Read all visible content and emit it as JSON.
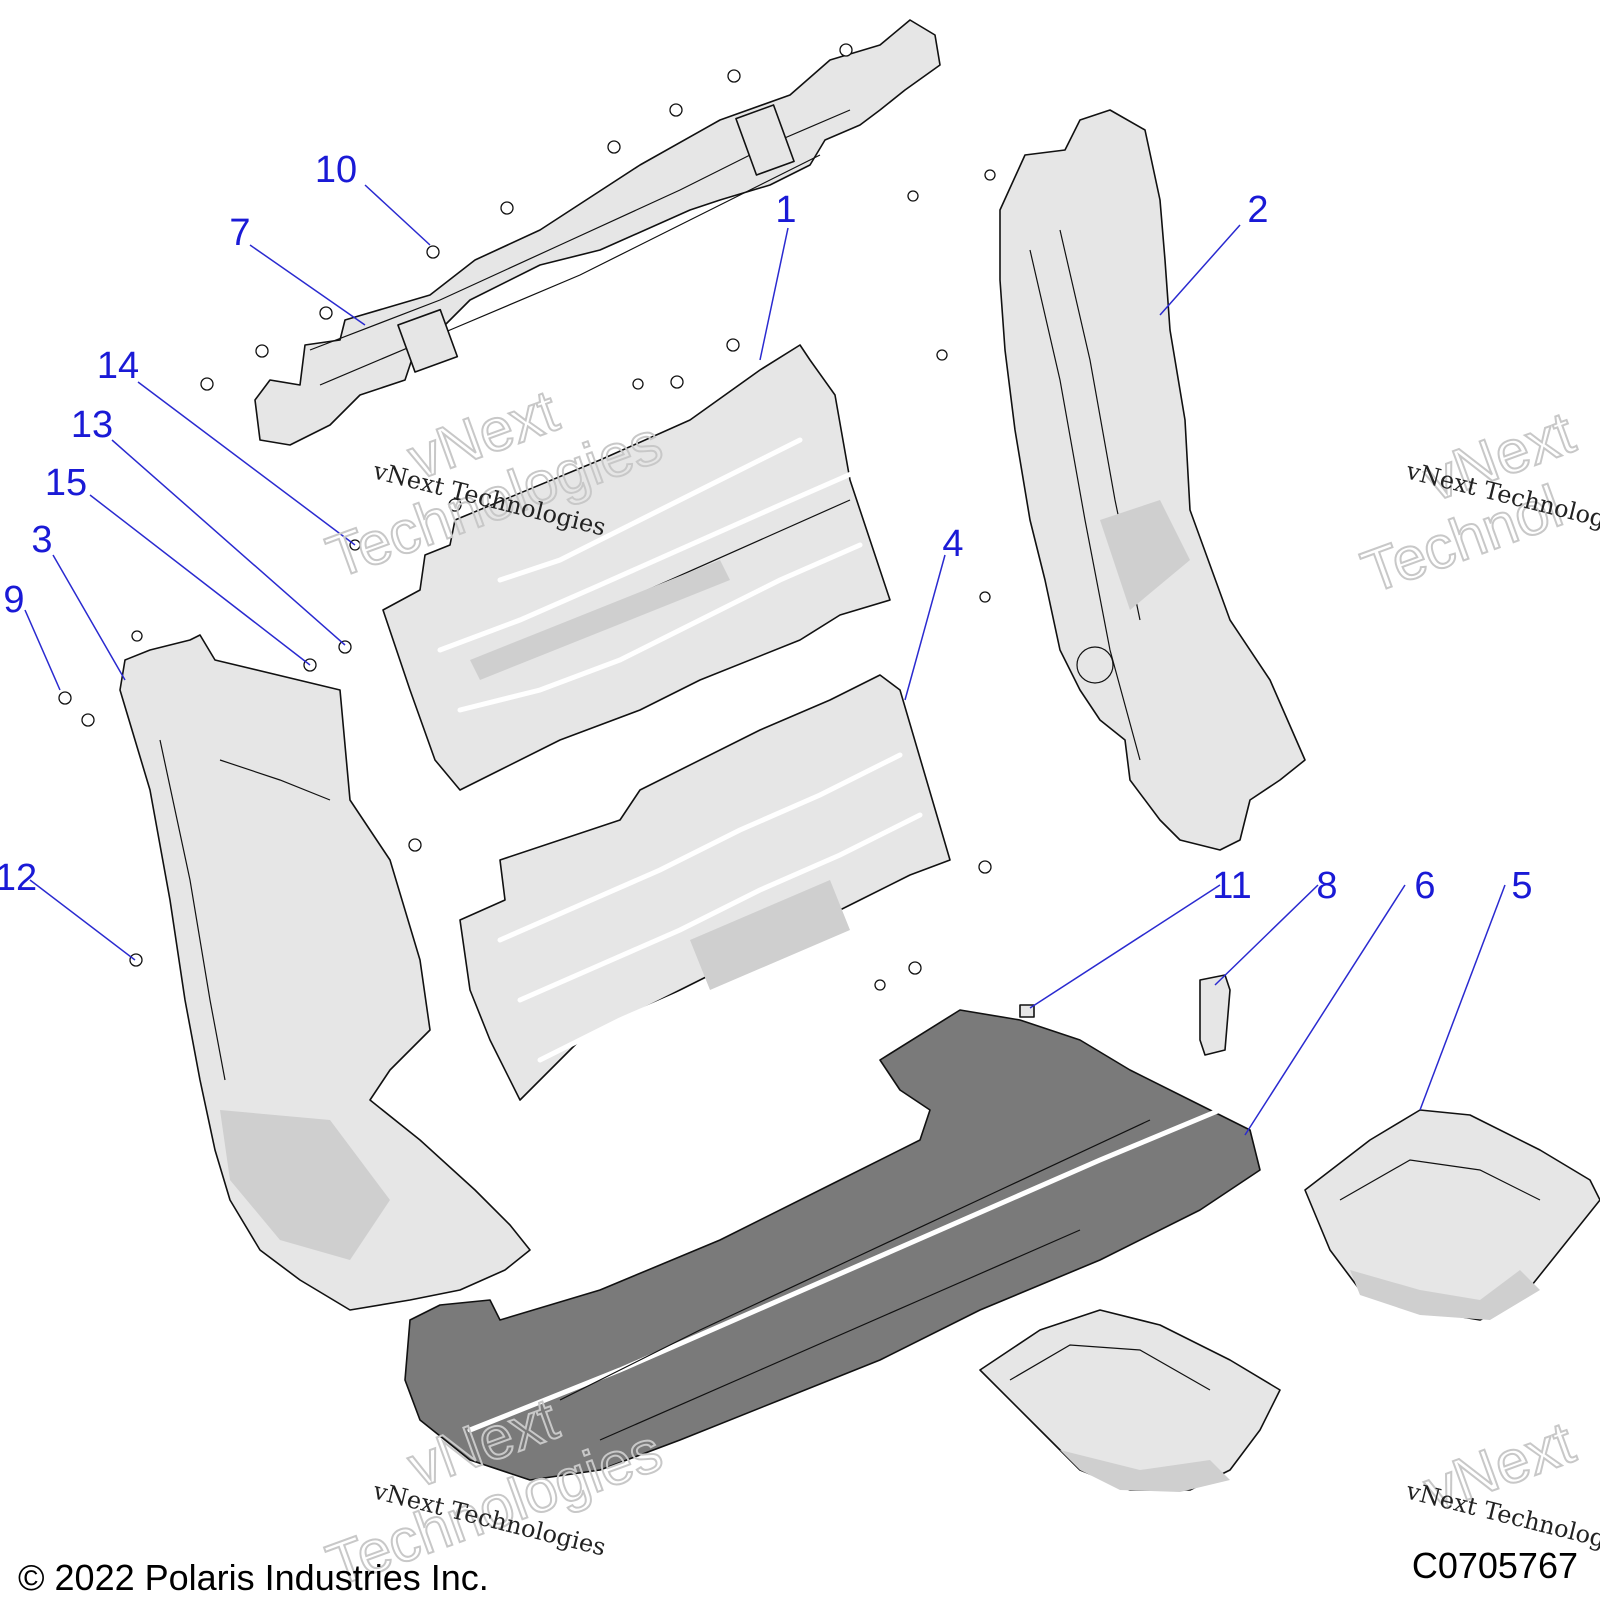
{
  "callouts": {
    "c1": "1",
    "c2": "2",
    "c3": "3",
    "c4": "4",
    "c5": "5",
    "c6": "6",
    "c7": "7",
    "c8": "8",
    "c9": "9",
    "c10": "10",
    "c11": "11",
    "c12": "12",
    "c13": "13",
    "c14": "14",
    "c15": "15"
  },
  "watermark": {
    "small": "vNext Technologies",
    "big_line1": "vNext",
    "big_line2": "Technologies",
    "big_line2_partial": "Technol"
  },
  "footer": {
    "copyright": "© 2022 Polaris Industries Inc.",
    "drawing_number": "C0705767"
  },
  "colors": {
    "callout": "#1a1ad6",
    "part_fill": "#e6e6e6",
    "floor_fill": "#7a7a7a"
  }
}
